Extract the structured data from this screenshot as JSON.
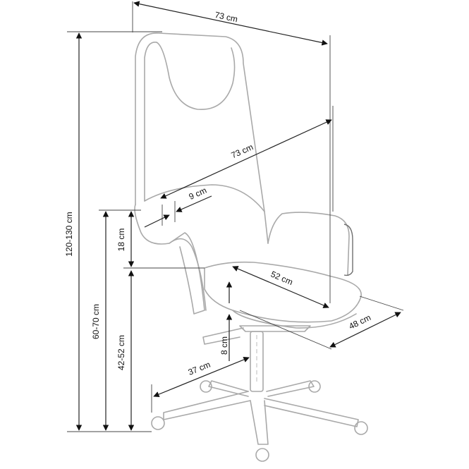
{
  "diagram": {
    "colors": {
      "chair_outline": "#a9a9a9",
      "dimension_line": "#222222",
      "text": "#111111"
    },
    "dimensions": {
      "top_width": "73 cm",
      "diagonal_depth": "73 cm",
      "armrest_width": "9 cm",
      "seat_depth": "52 cm",
      "seat_width": "48 cm",
      "total_height": "120-130 cm",
      "armrest_height": "60-70 cm",
      "back_lower_section": "18 cm",
      "seat_height": "42-52 cm",
      "height_adjust": "8 cm",
      "base_radius": "37 cm"
    }
  }
}
